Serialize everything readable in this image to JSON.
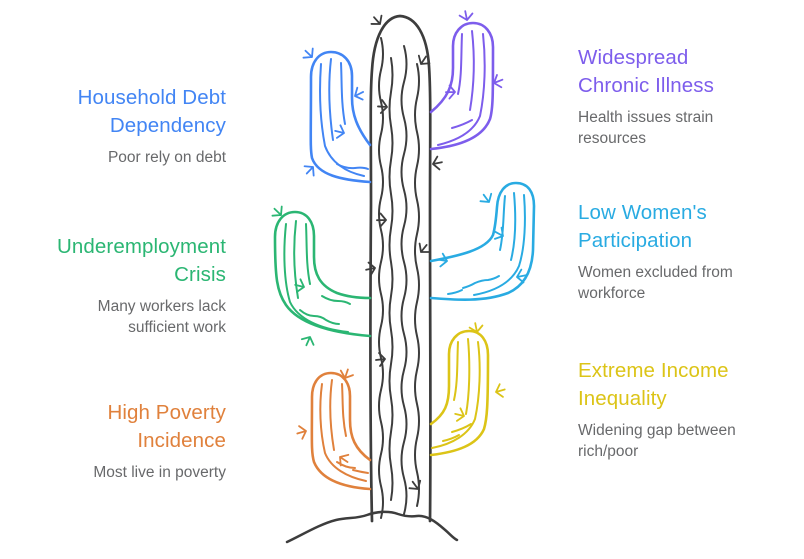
{
  "palette": {
    "trunk": "#3d3d3d",
    "subtitle_text": "#68696b",
    "background": "#ffffff"
  },
  "sections": [
    {
      "key": "household-debt",
      "side": "left",
      "color": "#4285f4",
      "title_lines": [
        "Household Debt",
        "Dependency"
      ],
      "subtitle_lines": [
        "Poor rely on debt"
      ]
    },
    {
      "key": "chronic-illness",
      "side": "right",
      "color": "#7d5dec",
      "title_lines": [
        "Widespread",
        "Chronic Illness"
      ],
      "subtitle_lines": [
        "Health issues strain",
        "resources"
      ]
    },
    {
      "key": "underemployment",
      "side": "left",
      "color": "#2bb673",
      "title_lines": [
        "Underemployment",
        "Crisis"
      ],
      "subtitle_lines": [
        "Many workers lack",
        "sufficient work"
      ]
    },
    {
      "key": "women-participation",
      "side": "right",
      "color": "#29abe2",
      "title_lines": [
        "Low Women's",
        "Participation"
      ],
      "subtitle_lines": [
        "Women excluded from",
        "workforce"
      ]
    },
    {
      "key": "poverty",
      "side": "left",
      "color": "#e0813c",
      "title_lines": [
        "High Poverty",
        "Incidence"
      ],
      "subtitle_lines": [
        "Most live in poverty"
      ]
    },
    {
      "key": "income-inequality",
      "side": "right",
      "color": "#dcc417",
      "title_lines": [
        "Extreme Income",
        "Inequality"
      ],
      "subtitle_lines": [
        "Widening gap between",
        "rich/poor"
      ]
    }
  ]
}
